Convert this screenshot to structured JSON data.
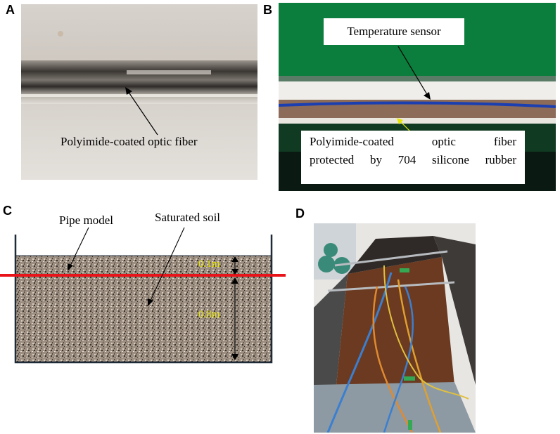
{
  "panels": {
    "a": {
      "letter": "A",
      "fiber_label": "Polyimide-coated optic fiber"
    },
    "b": {
      "letter": "B",
      "sensor_label": "Temperature sensor",
      "fiber_label_line1": "Polyimide-coated optic fiber",
      "fiber_label_line2": "protected by 704 silicone rubber"
    },
    "c": {
      "letter": "C",
      "pipe_label": "Pipe model",
      "soil_label": "Saturated soil",
      "depth_top": "0.1m",
      "depth_bottom": "0.8m"
    },
    "d": {
      "letter": "D"
    }
  },
  "colors": {
    "pipe_red": "#e8141a",
    "dim_yellow": "#e6e600",
    "board_green": "#0a7a3a",
    "sensor_blue": "#1a3fb0",
    "soil_brown": "#8a7a6a"
  }
}
